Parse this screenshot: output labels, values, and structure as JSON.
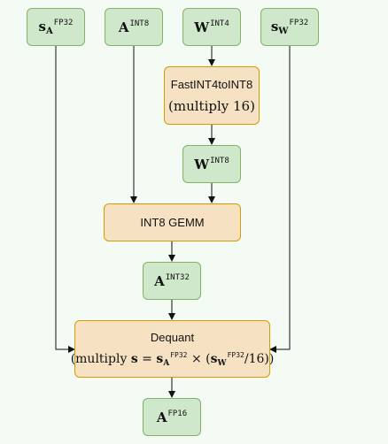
{
  "nodes": {
    "sa_fp32": {
      "base": "s",
      "sub": "A",
      "sup": "FP32"
    },
    "a_int8": {
      "base": "A",
      "sup": "INT8"
    },
    "w_int4": {
      "base": "W",
      "sup": "INT4"
    },
    "sw_fp32": {
      "base": "s",
      "sub": "W",
      "sup": "FP32"
    },
    "fast_convert": {
      "title": "FastINT4toINT8",
      "detail": "(multiply 16)"
    },
    "w_int8": {
      "base": "W",
      "sup": "INT8"
    },
    "gemm": {
      "title": "INT8 GEMM"
    },
    "a_int32": {
      "base": "A",
      "sup": "INT32"
    },
    "dequant": {
      "title": "Dequant",
      "detail_prefix": "(multiply ",
      "s": "s",
      "eq": " = ",
      "sa_base": "s",
      "sa_sub": "A",
      "sa_sup": "FP32",
      "times": " × (",
      "sw_base": "s",
      "sw_sub": "W",
      "sw_sup": "FP32",
      "suffix": "/16))"
    },
    "a_fp16": {
      "base": "A",
      "sup": "FP16"
    }
  },
  "colors": {
    "data_fill": "#cfe8cc",
    "data_border": "#82b366",
    "op_fill": "#f6e2c2",
    "op_border": "#d79b00",
    "arrow": "#111111"
  }
}
